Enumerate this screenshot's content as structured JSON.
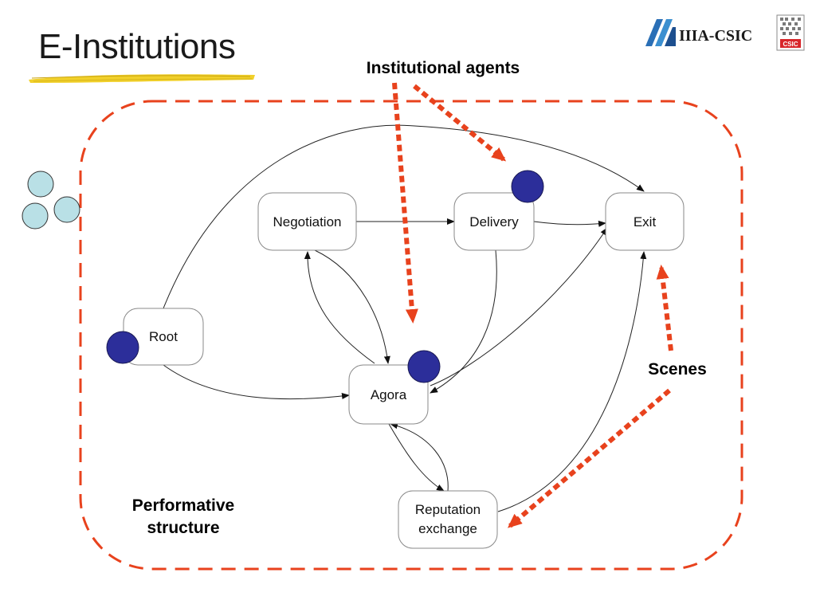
{
  "title": "E-Institutions",
  "logo": {
    "text": "IIIA-CSIC",
    "badge": "CSIC"
  },
  "labels": {
    "institutional_agents": "Institutional agents",
    "scenes": "Scenes",
    "performative_line1": "Performative",
    "performative_line2": "structure"
  },
  "nodes": {
    "root": "Root",
    "negotiation": "Negotiation",
    "delivery": "Delivery",
    "exit": "Exit",
    "agora": "Agora",
    "reputation_line1": "Reputation",
    "reputation_line2": "exchange"
  },
  "colors": {
    "dashed_border": "#e8421d",
    "callout_arrow": "#e8421d",
    "agent_fill": "#2c2e9a",
    "external_agent_fill": "#b9e0e6",
    "brush": "#f1d02a"
  }
}
